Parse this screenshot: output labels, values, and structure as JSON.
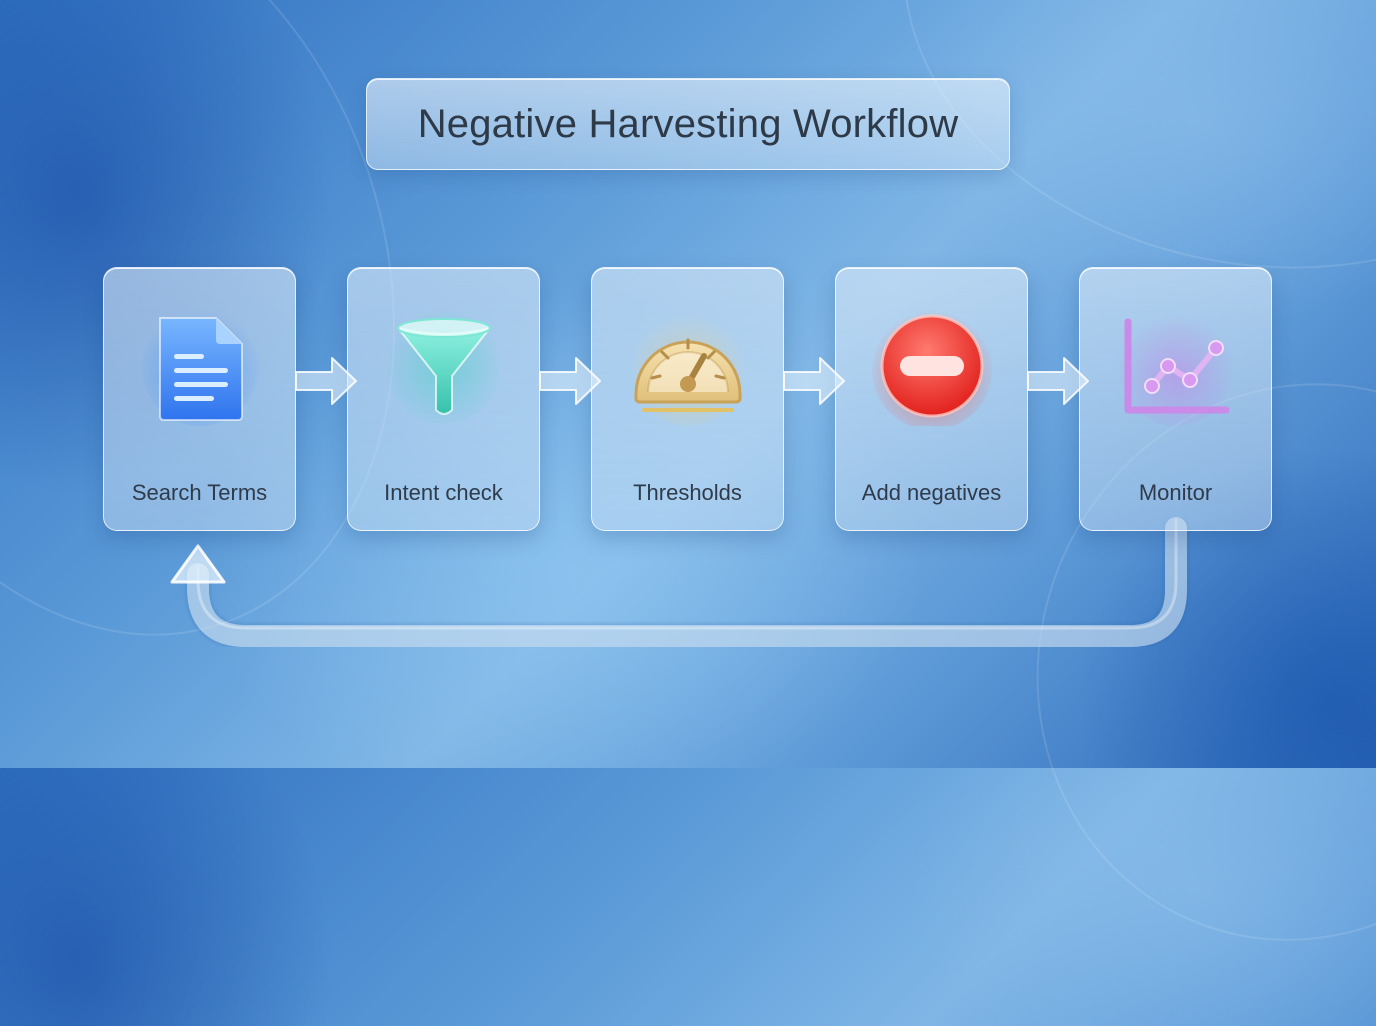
{
  "title": "Negative Harvesting Workflow",
  "steps": [
    {
      "label": "Search Terms",
      "icon": "document-icon",
      "color": "#2f7cf0"
    },
    {
      "label": "Intent check",
      "icon": "funnel-icon",
      "color": "#3ec8b8"
    },
    {
      "label": "Thresholds",
      "icon": "gauge-icon",
      "color": "#d8b35c"
    },
    {
      "label": "Add negatives",
      "icon": "minus-circle-icon",
      "color": "#e8322e"
    },
    {
      "label": "Monitor",
      "icon": "line-chart-icon",
      "color": "#c77ee0"
    }
  ],
  "loop_arrow": {
    "from": "Monitor",
    "to": "Search Terms"
  }
}
